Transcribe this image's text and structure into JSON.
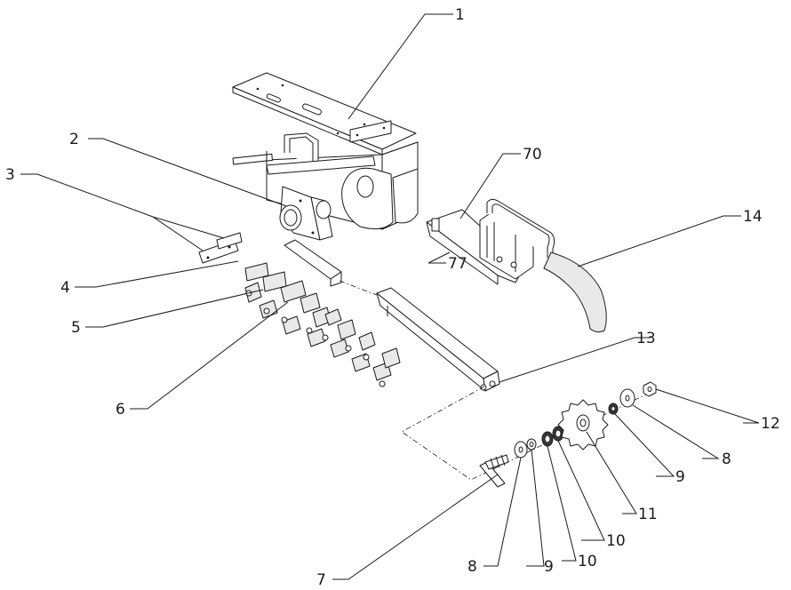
{
  "callouts": [
    {
      "id": "c1",
      "label": "1"
    },
    {
      "id": "c2",
      "label": "2"
    },
    {
      "id": "c3",
      "label": "3"
    },
    {
      "id": "c4",
      "label": "4"
    },
    {
      "id": "c5",
      "label": "5"
    },
    {
      "id": "c6",
      "label": "6"
    },
    {
      "id": "c7",
      "label": "7"
    },
    {
      "id": "c8a",
      "label": "8"
    },
    {
      "id": "c8b",
      "label": "8"
    },
    {
      "id": "c9a",
      "label": "9"
    },
    {
      "id": "c9b",
      "label": "9"
    },
    {
      "id": "c10a",
      "label": "10"
    },
    {
      "id": "c10b",
      "label": "10"
    },
    {
      "id": "c11",
      "label": "11"
    },
    {
      "id": "c12",
      "label": "12"
    },
    {
      "id": "c13",
      "label": "13"
    },
    {
      "id": "c14",
      "label": "14"
    },
    {
      "id": "c70",
      "label": "70"
    },
    {
      "id": "c77",
      "label": "77"
    }
  ]
}
